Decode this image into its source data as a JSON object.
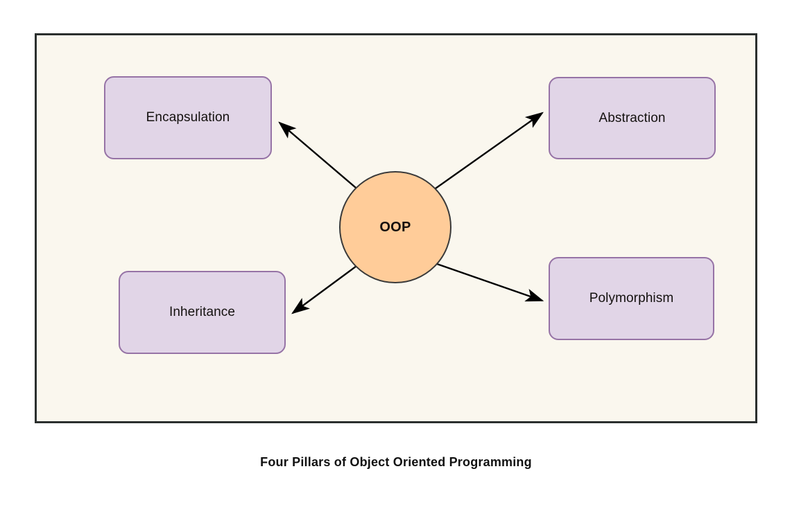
{
  "diagram": {
    "caption": "Four Pillars of Object Oriented Programming",
    "hub": {
      "label": "OOP",
      "fill": "#ffcc99",
      "stroke": "#3a3a3a"
    },
    "canvas": {
      "background": "#faf7ee",
      "border_color": "#2b2f2e"
    },
    "node_style": {
      "fill": "#e1d5e7",
      "stroke": "#9673a6"
    },
    "connector_color": "#000000",
    "nodes": [
      {
        "id": "encapsulation",
        "label": "Encapsulation"
      },
      {
        "id": "abstraction",
        "label": "Abstraction"
      },
      {
        "id": "inheritance",
        "label": "Inheritance"
      },
      {
        "id": "polymorphism",
        "label": "Polymorphism"
      }
    ],
    "edges": [
      {
        "from": "OOP",
        "to": "Encapsulation"
      },
      {
        "from": "OOP",
        "to": "Abstraction"
      },
      {
        "from": "OOP",
        "to": "Inheritance"
      },
      {
        "from": "OOP",
        "to": "Polymorphism"
      }
    ]
  }
}
